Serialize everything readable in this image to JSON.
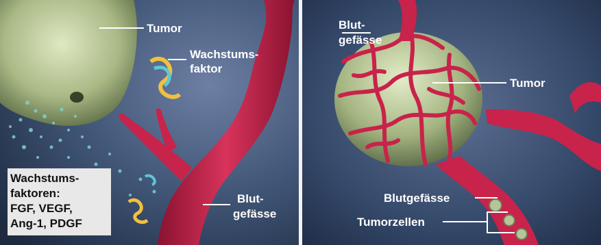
{
  "left_panel": {
    "tumor_label": "Tumor",
    "growth_factor_label": [
      "Wachstums-",
      "faktor"
    ],
    "vessel_label": [
      "Blut-",
      "gefässe"
    ],
    "box_lines": [
      "Wachstums-",
      "faktoren:",
      "FGF, VEGF,",
      "Ang-1, PDGF"
    ]
  },
  "right_panel": {
    "vessel_label": [
      "Blut-",
      "gefässe"
    ],
    "tumor_label": "Tumor",
    "vessel_label_bottom": "Blutgefässe",
    "tumor_cells_label": "Tumorzellen"
  },
  "colors": {
    "vessel": "#c8234a",
    "tumor": "#aebd8a",
    "background": "#3f5475",
    "label_box": "#e8e8e8"
  }
}
